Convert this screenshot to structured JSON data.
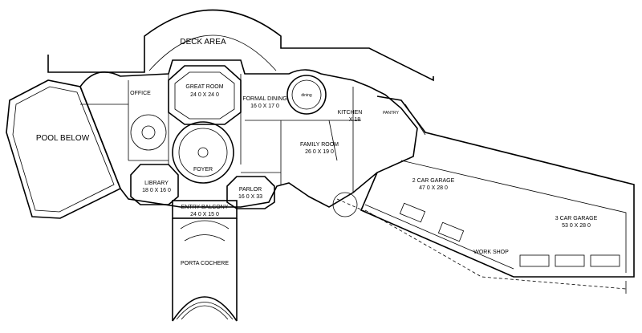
{
  "rooms": {
    "deck": "DECK AREA",
    "pool": "POOL BELOW",
    "office": "OFFICE",
    "great_room": {
      "name": "GREAT ROOM",
      "dims": "24 0 X 24 0"
    },
    "formal_dining": {
      "name": "FORMAL DINING",
      "dims": "16 0 X 17 0"
    },
    "dining": "dining",
    "kitchen": {
      "name": "KITCHEN",
      "dims": "X 18"
    },
    "pantry": "PANTRY",
    "family_room": {
      "name": "FAMILY ROOM",
      "dims": "26 0 X 19 0"
    },
    "foyer": "FOYER",
    "library": {
      "name": "LIBRARY",
      "dims": "18 0 X 16 0"
    },
    "parlor": {
      "name": "PARLOR",
      "dims": "16 0 X 33"
    },
    "entry_balcony": {
      "name": "ENTRY BALCONY",
      "dims": "24 0 X 15 0"
    },
    "porta_cochere": "PORTA COCHERE",
    "garage2": {
      "name": "2 CAR GARAGE",
      "dims": "47 0 X 28 0"
    },
    "garage3": {
      "name": "3 CAR GARAGE",
      "dims": "53 0 X 28 0"
    },
    "workshop": "WORK SHOP"
  }
}
